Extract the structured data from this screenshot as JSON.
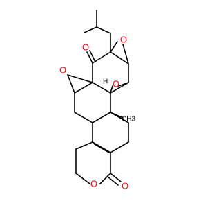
{
  "molecule": {
    "atoms": {
      "o_ketone": "O",
      "o_epoxide_top": "O",
      "o_epoxide_left": "O",
      "o_epoxide_center": "O",
      "o_lactone_ring": "O",
      "o_lactone_carbonyl": "O"
    },
    "stereo_label": "H",
    "methyl_label": "CH3"
  },
  "colors": {
    "bond": "#000000",
    "oxygen": "#ff0000",
    "background": "#ffffff"
  }
}
